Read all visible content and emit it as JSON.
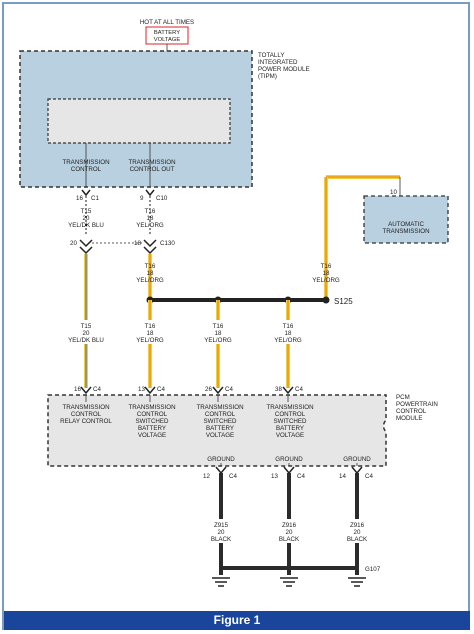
{
  "top_label": "HOT AT ALL TIMES",
  "battery_label": [
    "BATTERY",
    "VOLTAGE"
  ],
  "tipm": {
    "name": [
      "TOTALLY",
      "INTEGRATED",
      "POWER MODULE",
      "(TIPM)"
    ],
    "pin_left": [
      "TRANSMISSION",
      "CONTROL"
    ],
    "pin_right": [
      "TRANSMISSION",
      "CONTROL OUT"
    ],
    "conn_left": "16",
    "conn_left_id": "C1",
    "conn_right": "9",
    "conn_right_id": "C10"
  },
  "auto_trans": {
    "name": [
      "AUTOMATIC",
      "TRANSMISSION"
    ],
    "pin": "10"
  },
  "inline_connector": {
    "left_pin": "20",
    "right_pin": "18",
    "id": "C130"
  },
  "splice_id": "S125",
  "wires": {
    "left_top": [
      "T15",
      "20",
      "YEL/DK BLU"
    ],
    "right_top": [
      "T16",
      "18",
      "YEL/ORG"
    ],
    "right_mid": [
      "T16",
      "18",
      "YEL/ORG"
    ],
    "at_feed": [
      "T16",
      "18",
      "YEL/ORG"
    ],
    "d1": [
      "T15",
      "20",
      "YEL/DK BLU"
    ],
    "d2": [
      "T16",
      "18",
      "YEL/ORG"
    ],
    "d3": [
      "T16",
      "18",
      "YEL/ORG"
    ],
    "d4": [
      "T16",
      "18",
      "YEL/ORG"
    ]
  },
  "pcm": {
    "name": [
      "PCM",
      "POWERTRAIN",
      "CONTROL",
      "MODULE"
    ],
    "pins": [
      {
        "num": "16",
        "conn": "C4",
        "label": [
          "TRANSMISSION",
          "CONTROL",
          "RELAY CONTROL"
        ]
      },
      {
        "num": "13",
        "conn": "C4",
        "label": [
          "TRANSMISSION",
          "CONTROL",
          "SWITCHED",
          "BATTERY",
          "VOLTAGE"
        ]
      },
      {
        "num": "26",
        "conn": "C4",
        "label": [
          "TRANSMISSION",
          "CONTROL",
          "SWITCHED",
          "BATTERY",
          "VOLTAGE"
        ]
      },
      {
        "num": "38",
        "conn": "C4",
        "label": [
          "TRANSMISSION",
          "CONTROL",
          "SWITCHED",
          "BATTERY",
          "VOLTAGE"
        ]
      }
    ],
    "grounds": [
      {
        "label": "GROUND",
        "num": "12",
        "conn": "C4",
        "wire": [
          "Z915",
          "20",
          "BLACK"
        ]
      },
      {
        "label": "GROUND",
        "num": "13",
        "conn": "C4",
        "wire": [
          "Z916",
          "20",
          "BLACK"
        ]
      },
      {
        "label": "GROUND",
        "num": "14",
        "conn": "C4",
        "wire": [
          "Z916",
          "20",
          "BLACK"
        ]
      }
    ]
  },
  "ground_id": "G107",
  "caption": "Figure 1",
  "colors": {
    "wire_yellow": "#f2cf3a",
    "wire_orange": "#e88a1a",
    "wire_black": "#2b2b2b",
    "tipm_fill": "#b9d0e0",
    "module_fill": "#e6e6e6",
    "battery_box": "#d9252a",
    "caption_bg": "#19469a"
  }
}
